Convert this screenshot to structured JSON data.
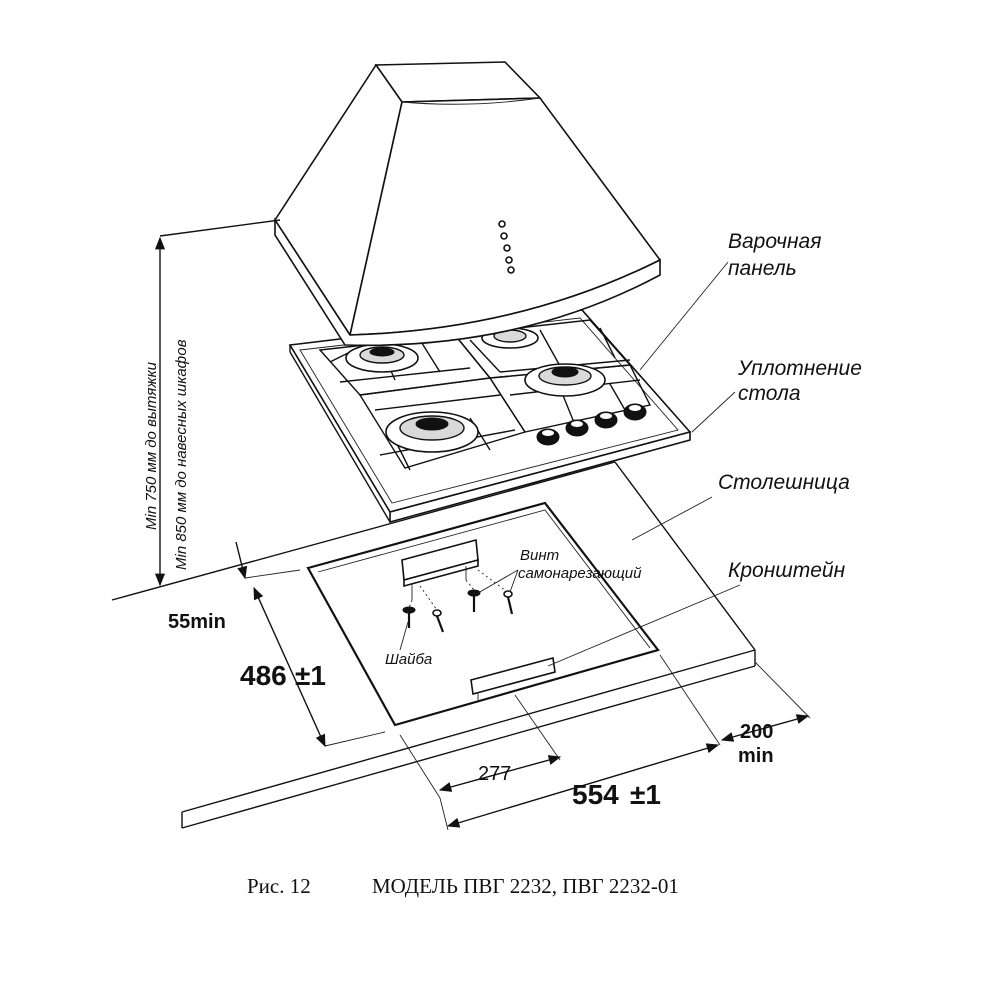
{
  "labels": {
    "hob": "Варочная\nпанель",
    "seal": "Уплотнение\nстола",
    "countertop": "Столешница",
    "bracket": "Кронштейн",
    "screw": "Винт\nсамонарезающий",
    "washer": "Шайба"
  },
  "vertical_dims": {
    "hood": "Min 750 мм до вытяжки",
    "cabinets": "Min 850 мм до навесных шкафов"
  },
  "dimensions": {
    "edge_offset": "55min",
    "depth": "486",
    "depth_tol": "±1",
    "half_width": "277",
    "width": "554",
    "width_tol": "±1",
    "wall_gap_value": "200",
    "wall_gap_unit": "min"
  },
  "caption": {
    "figure": "Рис. 12",
    "model": "МОДЕЛЬ ПВГ 2232, ПВГ 2232-01"
  },
  "colors": {
    "ink": "#111111",
    "background": "#ffffff"
  }
}
